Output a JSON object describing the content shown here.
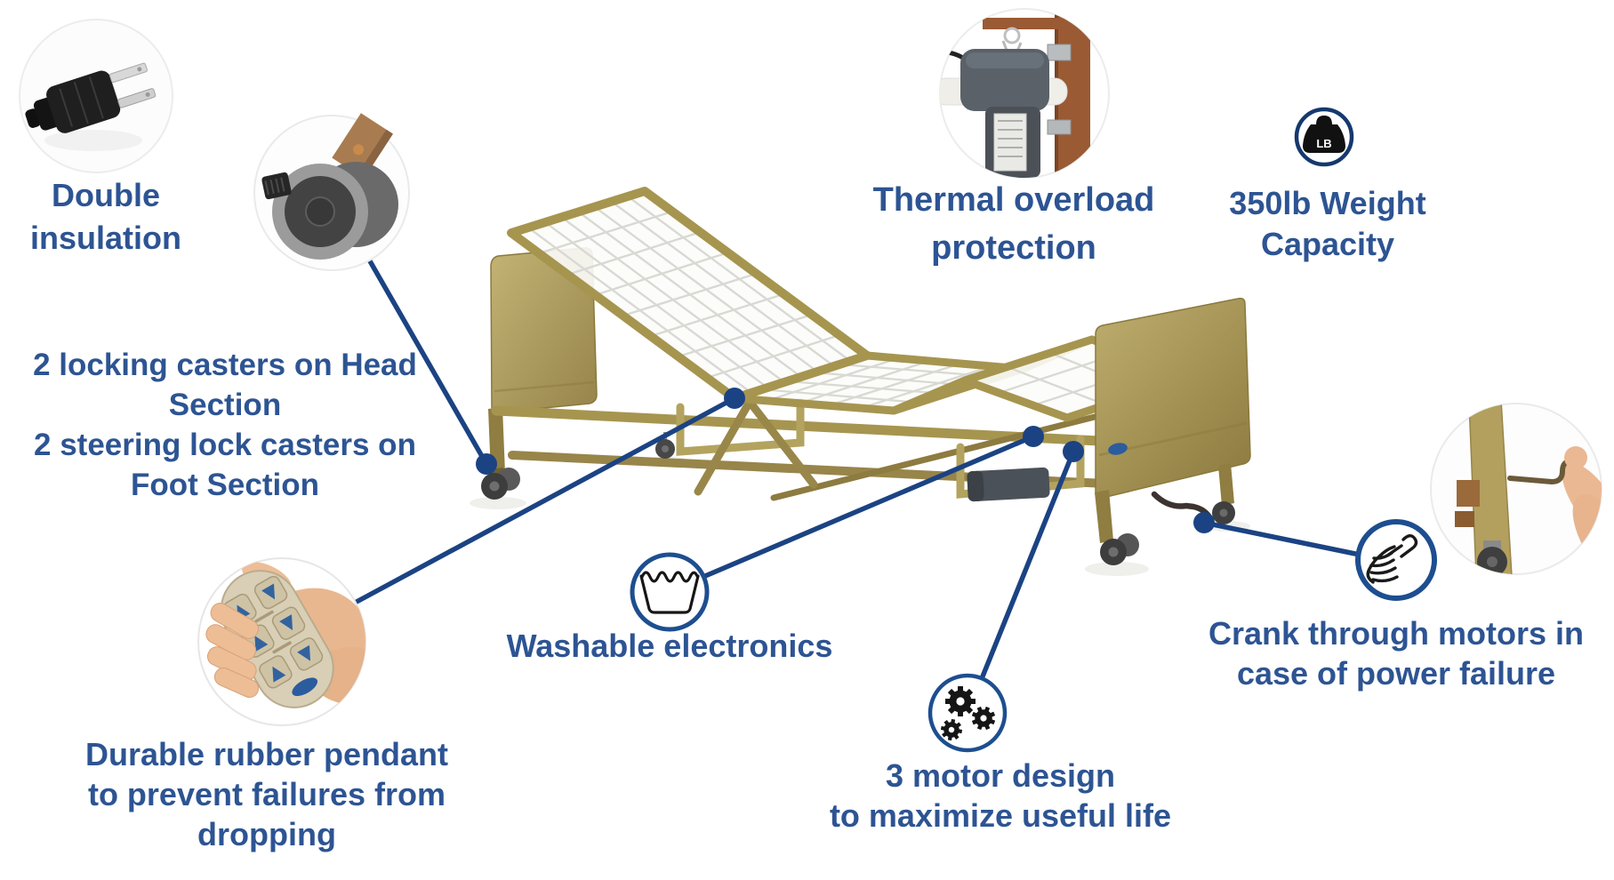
{
  "colors": {
    "label_text": "#2d5493",
    "connector_line": "#1b4383",
    "badge_border": "#1d4e8f",
    "bed_tan": "#a6954f",
    "icon_black": "#151515"
  },
  "callouts": {
    "double_insulation": {
      "lines": [
        "Double",
        "insulation"
      ]
    },
    "casters": {
      "lines": [
        "2 locking casters on Head",
        "Section",
        "2 steering lock casters on",
        "Foot Section"
      ]
    },
    "thermal": {
      "lines": [
        "Thermal overload",
        "protection"
      ]
    },
    "weight": {
      "lines": [
        "350lb Weight",
        "Capacity"
      ],
      "icon_label": "LB"
    },
    "pendant": {
      "lines": [
        "Durable rubber pendant",
        "to prevent failures from",
        "dropping"
      ]
    },
    "washable": {
      "lines": [
        "Washable electronics"
      ]
    },
    "motors": {
      "lines": [
        "3 motor design",
        "to maximize useful life"
      ]
    },
    "crank": {
      "lines": [
        "Crank through motors in",
        "case of power failure"
      ]
    }
  },
  "icons": {
    "weight": "weight-lb-icon",
    "washable": "laundry-wash-icon",
    "motors": "gears-icon",
    "crank": "hand-icon"
  },
  "images": {
    "double_insulation": "power-plug-photo",
    "casters": "locking-caster-photo",
    "thermal": "bed-motor-photo",
    "pendant": "hand-holding-pendant-photo",
    "crank": "hand-crank-photo",
    "bed": "hospital-bed-illustration"
  }
}
